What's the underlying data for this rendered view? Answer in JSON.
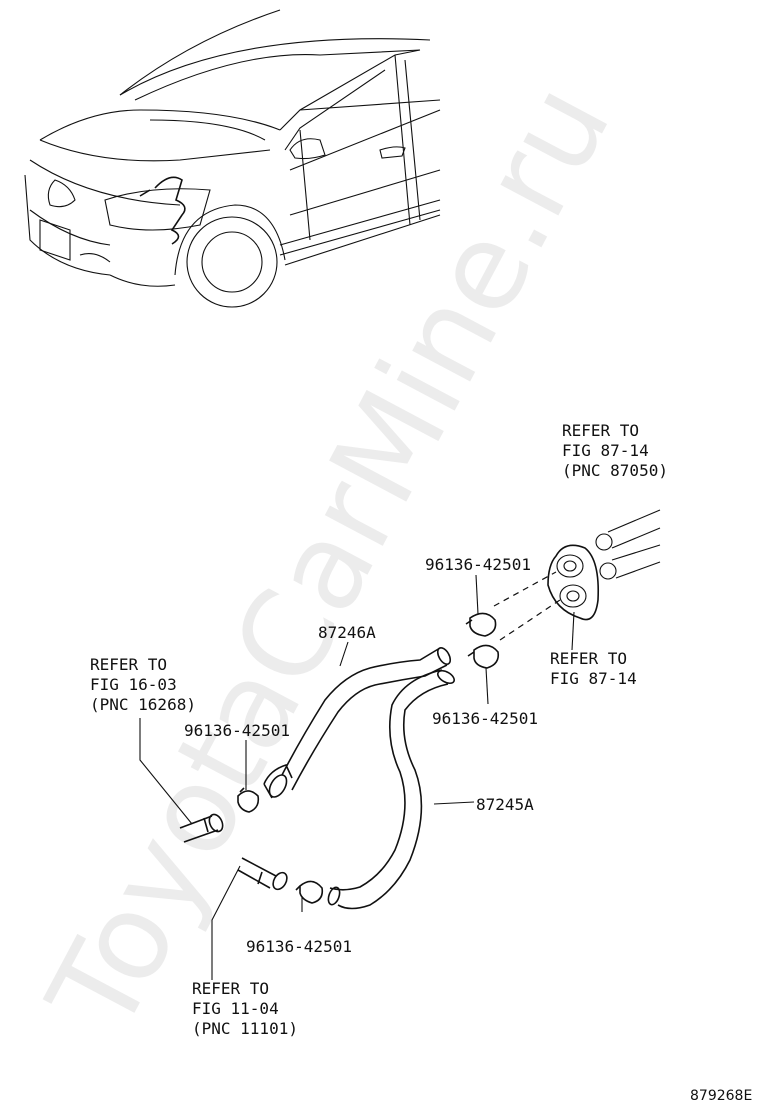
{
  "watermark": "ToyotaCarMine.ru",
  "figure_code": "879268E",
  "labels": {
    "hose_upper": "87246A",
    "hose_lower": "87245A",
    "clamp_top": "96136-42501",
    "clamp_mid": "96136-42501",
    "clamp_left": "96136-42501",
    "clamp_bottom": "96136-42501"
  },
  "refer_top_right": {
    "l1": "REFER TO",
    "l2": "FIG 87-14",
    "l3": "(PNC 87050)"
  },
  "refer_grommet": {
    "l1": "REFER TO",
    "l2": "FIG 87-14"
  },
  "refer_left": {
    "l1": "REFER TO",
    "l2": "FIG 16-03",
    "l3": "(PNC 16268)"
  },
  "refer_bottom": {
    "l1": "REFER TO",
    "l2": "FIG 11-04",
    "l3": "(PNC 11101)"
  }
}
